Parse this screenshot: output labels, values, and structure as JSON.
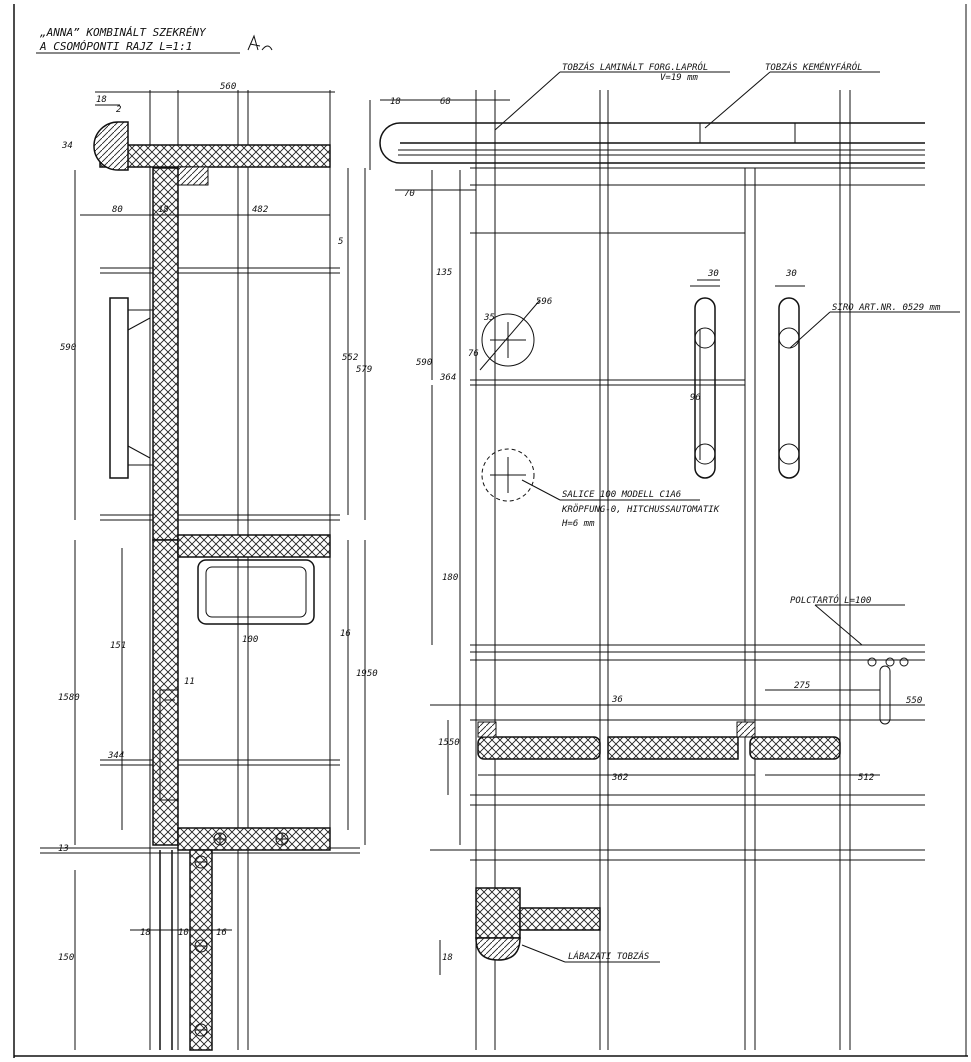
{
  "title_block": {
    "line1": "„ANNA” KOMBINÁLT SZEKRÉNY",
    "line2": "A CSOMÓPONTI RAJZ  L=1:1"
  },
  "annotations": {
    "laminated_board": "TOBZÁS LAMINÁLT FORG.LAPRÓL",
    "laminated_board_sub": "V=19 mm",
    "edge_strip": "TOBZÁS KEMÉNYFÁRÓL",
    "handle": "SIRO ART.NR. 0529 mm",
    "hinge_line1": "SALICE 100 MODELL C1A6",
    "hinge_line2": "KRÖPFUNG-0, HITCHUSSAUTOMATIK",
    "hinge_line3": "H=6 mm",
    "shelf_support": "POLCTARTÓ L=100",
    "plinth": "LÁBAZATI TOBZÁS"
  },
  "dimensions": {
    "top_width": "560",
    "edge_18": "18",
    "edge_2": "2",
    "d34": "34",
    "d80": "80",
    "d18b": "18",
    "d482": "482",
    "d5": "5",
    "d590": "590",
    "d552": "552",
    "d579": "579",
    "d100": "100",
    "d16": "16",
    "d1580": "1580",
    "d1950": "1950",
    "d151": "151",
    "d11": "11",
    "d344": "344",
    "d13": "13",
    "d18c": "18",
    "d10": "10",
    "d16b": "16",
    "d150": "150",
    "r18": "18",
    "r68": "68",
    "r70": "70",
    "r135": "135",
    "r30a": "30",
    "r30b": "30",
    "r35": "35",
    "r596": "596",
    "r96": "96",
    "r590": "590",
    "r364": "364",
    "r76": "76",
    "r180": "180",
    "r36": "36",
    "r275": "275",
    "r550": "550",
    "r1550": "1550",
    "r362": "362",
    "r512": "512",
    "r18b": "18"
  }
}
